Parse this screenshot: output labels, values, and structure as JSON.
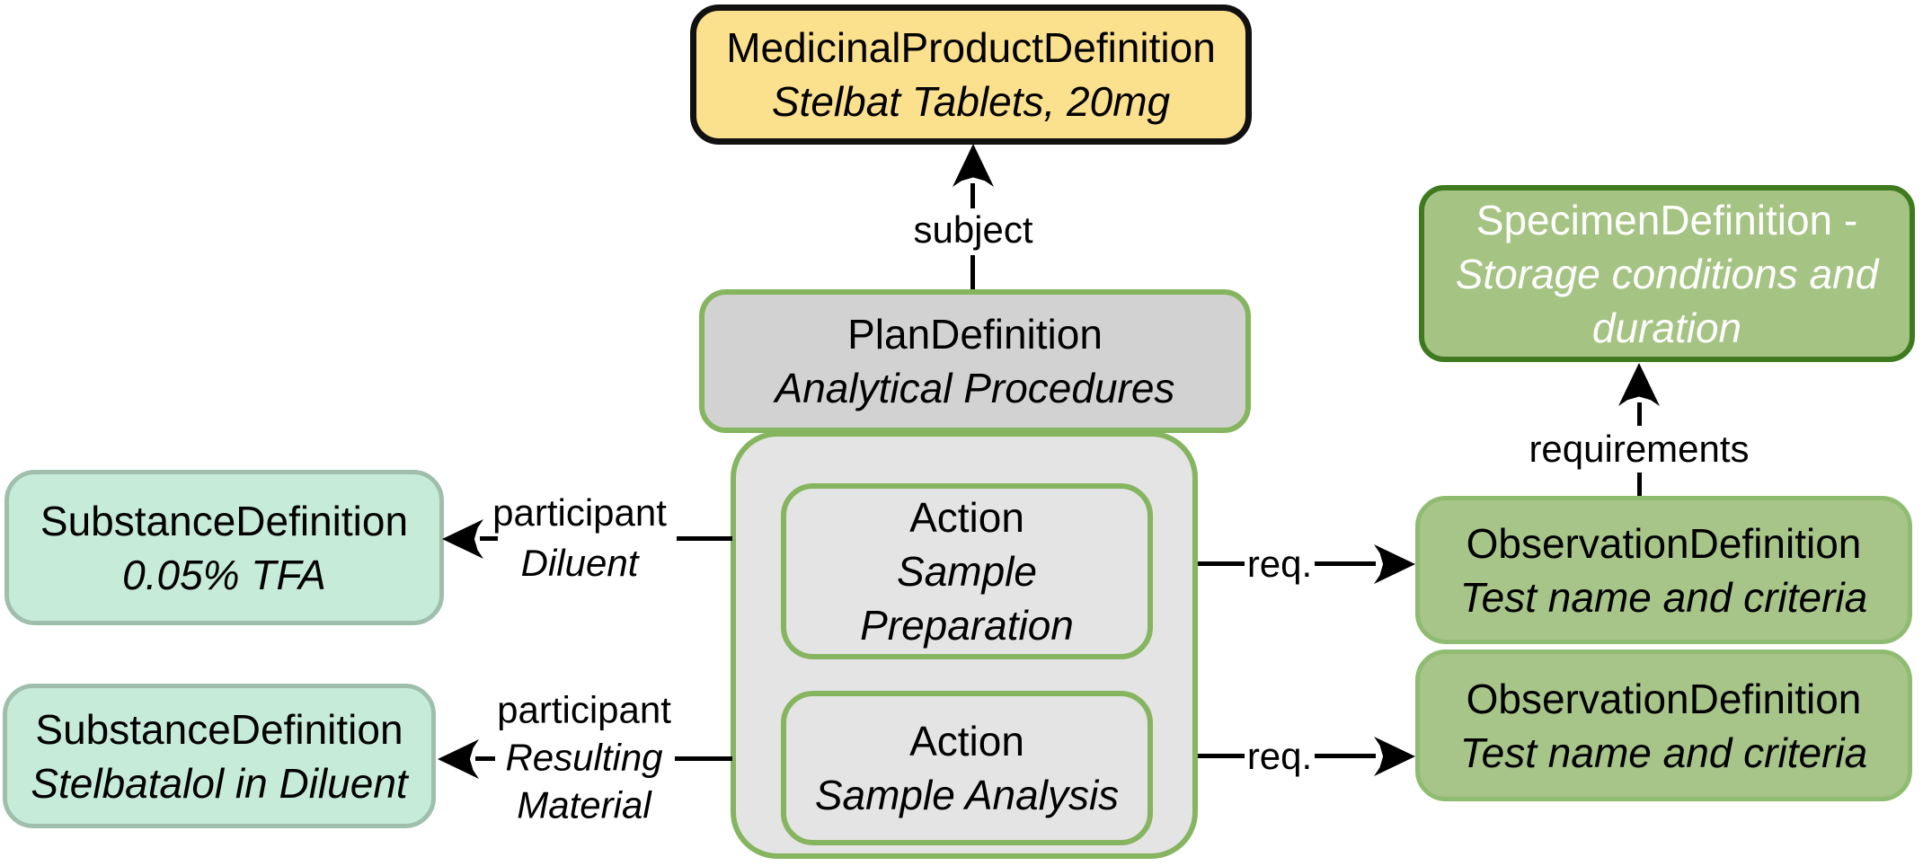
{
  "nodes": {
    "medicinal_product": {
      "title": "MedicinalProductDefinition",
      "subtitle": "Stelbat Tablets, 20mg"
    },
    "plan": {
      "title": "PlanDefinition",
      "subtitle": "Analytical Procedures"
    },
    "action_sample_preparation": {
      "title": "Action",
      "subtitle_lines": [
        "Sample",
        "Preparation"
      ]
    },
    "action_sample_analysis": {
      "title": "Action",
      "subtitle_lines": [
        "Sample Analysis"
      ]
    },
    "substance_diluent": {
      "title": "SubstanceDefinition",
      "subtitle": "0.05% TFA"
    },
    "substance_resulting_material": {
      "title": "SubstanceDefinition",
      "subtitle": "Stelbatalol in Diluent"
    },
    "specimen": {
      "title": "SpecimenDefinition -",
      "subtitle_lines": [
        "Storage conditions and",
        "duration"
      ]
    },
    "observation_1": {
      "title": "ObservationDefinition",
      "subtitle": "Test name and criteria"
    },
    "observation_2": {
      "title": "ObservationDefinition",
      "subtitle": "Test name and criteria"
    }
  },
  "edges": {
    "subject": {
      "label": "subject"
    },
    "requirements": {
      "label": "requirements"
    },
    "participant_diluent": {
      "label": "participant",
      "role": "Diluent"
    },
    "participant_resulting_material": {
      "label": "participant",
      "role_lines": [
        "Resulting",
        "Material"
      ]
    },
    "req_preparation": {
      "label": "req."
    },
    "req_analysis": {
      "label": "req."
    }
  },
  "colors": {
    "yellow_fill": "#FBE08D",
    "black_border": "#111111",
    "plan_fill": "#D2D2D2",
    "group_fill": "#E4E4E4",
    "green_border": "#85B55F",
    "mint_fill": "#C7EBD9",
    "mint_border": "#9FBFAC",
    "observation_fill": "#A7C489",
    "observation_border": "#8FBC70",
    "specimen_fill": "#A5C383",
    "specimen_border": "#3F7A1F",
    "specimen_text": "#FFFFFF",
    "line_color": "#000000",
    "text_color": "#000000"
  }
}
